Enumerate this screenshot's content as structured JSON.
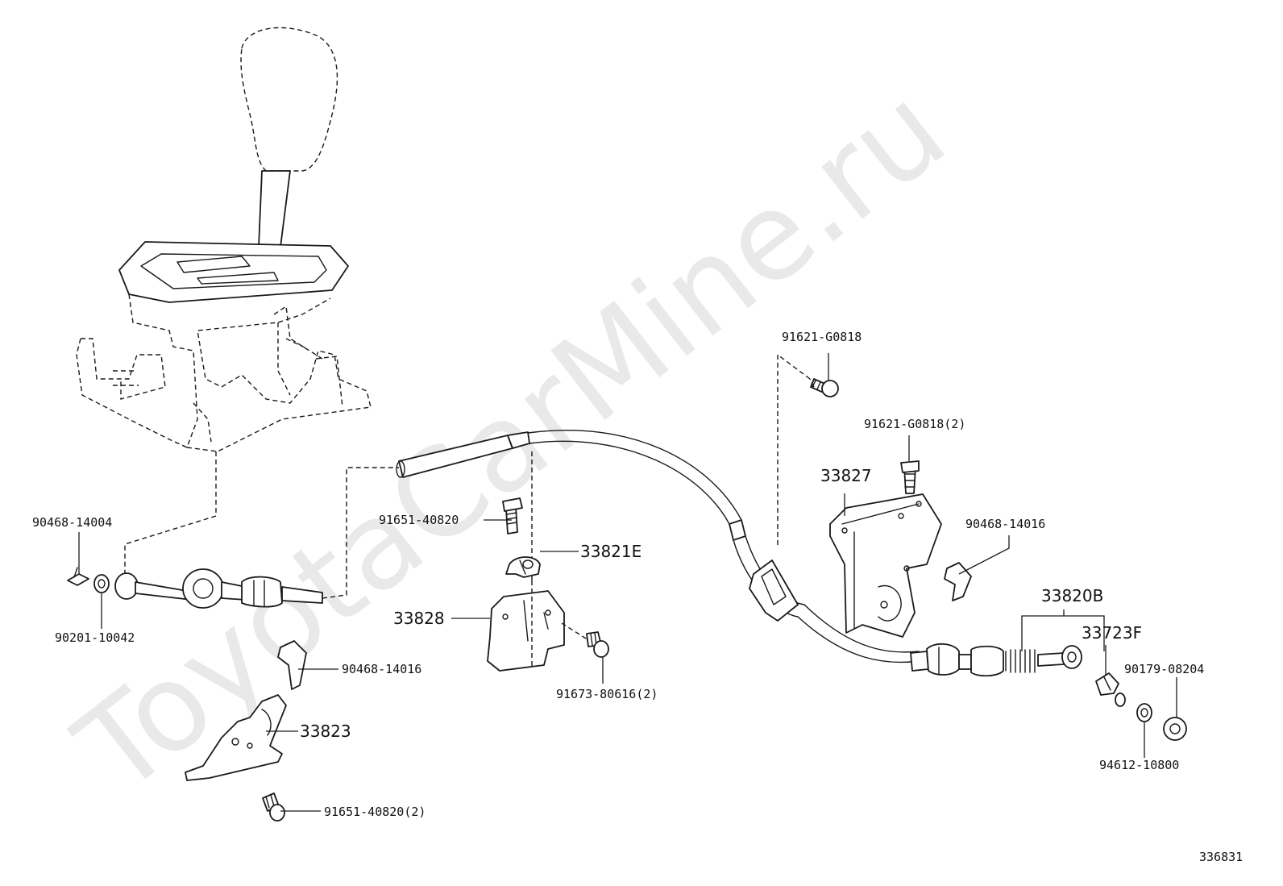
{
  "watermark": "ToyotaCarMine.ru",
  "figure_number": "336831",
  "callouts": {
    "c90468_14004": "90468-14004",
    "c90201_10042": "90201-10042",
    "c91651_40820": "91651-40820",
    "c33821E": "33821E",
    "c33828": "33828",
    "c91673_80616": "91673-80616(2)",
    "c90468_14016_left": "90468-14016",
    "c33823": "33823",
    "c91651_40820_2": "91651-40820(2)",
    "c91621_G0818": "91621-G0818",
    "c91621_G0818_2": "91621-G0818(2)",
    "c33827": "33827",
    "c90468_14016_right": "90468-14016",
    "c33820B": "33820B",
    "c33723F": "33723F",
    "c90179_08204": "90179-08204",
    "c94612_10800": "94612-10800"
  }
}
